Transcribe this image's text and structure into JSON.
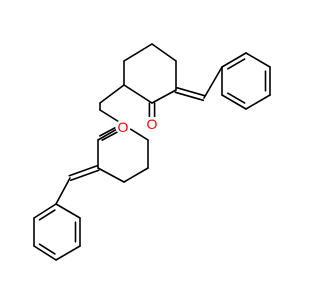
{
  "structure": {
    "atoms": [
      {
        "id": "O1",
        "label": "O",
        "color": "#ff0000"
      },
      {
        "id": "O2",
        "label": "O",
        "color": "#ff0000"
      }
    ],
    "bond_color": "#000000",
    "background": "#ffffff"
  }
}
